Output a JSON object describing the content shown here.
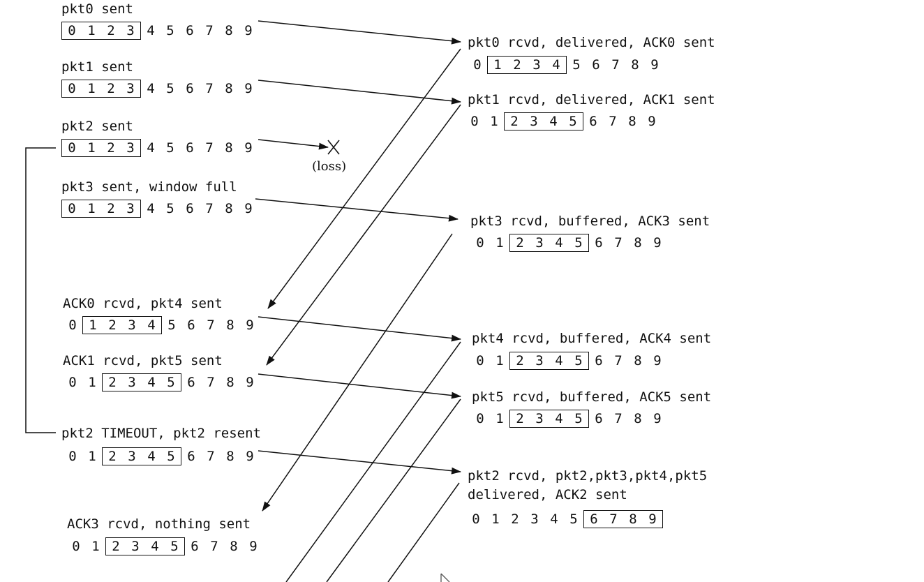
{
  "sequence": [
    "0",
    "1",
    "2",
    "3",
    "4",
    "5",
    "6",
    "7",
    "8",
    "9"
  ],
  "sender": {
    "pkt0": {
      "label": "pkt0 sent",
      "window": [
        0,
        3
      ]
    },
    "pkt1": {
      "label": "pkt1 sent",
      "window": [
        0,
        3
      ]
    },
    "pkt2": {
      "label": "pkt2 sent",
      "window": [
        0,
        3
      ]
    },
    "pkt3": {
      "label": "pkt3 sent, window full",
      "window": [
        0,
        3
      ]
    },
    "ack0": {
      "label": "ACK0 rcvd, pkt4 sent",
      "window": [
        1,
        4
      ]
    },
    "ack1": {
      "label": "ACK1 rcvd, pkt5 sent",
      "window": [
        2,
        5
      ]
    },
    "timeout": {
      "label": "pkt2 TIMEOUT, pkt2 resent",
      "window": [
        2,
        5
      ]
    },
    "ack3": {
      "label": "ACK3 rcvd, nothing sent",
      "window": [
        2,
        5
      ]
    }
  },
  "receiver": {
    "r0": {
      "label": "pkt0 rcvd, delivered, ACK0 sent",
      "window": [
        1,
        4
      ]
    },
    "r1": {
      "label": "pkt1 rcvd, delivered, ACK1 sent",
      "window": [
        2,
        5
      ]
    },
    "r3": {
      "label": "pkt3 rcvd, buffered, ACK3 sent",
      "window": [
        2,
        5
      ]
    },
    "r4": {
      "label": "pkt4 rcvd, buffered, ACK4 sent",
      "window": [
        2,
        5
      ]
    },
    "r5": {
      "label": "pkt5 rcvd, buffered, ACK5 sent",
      "window": [
        2,
        5
      ]
    },
    "r2": {
      "label_line1": "pkt2 rcvd, pkt2,pkt3,pkt4,pkt5",
      "label_line2": "delivered, ACK2 sent",
      "window": [
        6,
        9
      ]
    }
  },
  "loss_label": "(loss)",
  "loss_mark": "X"
}
